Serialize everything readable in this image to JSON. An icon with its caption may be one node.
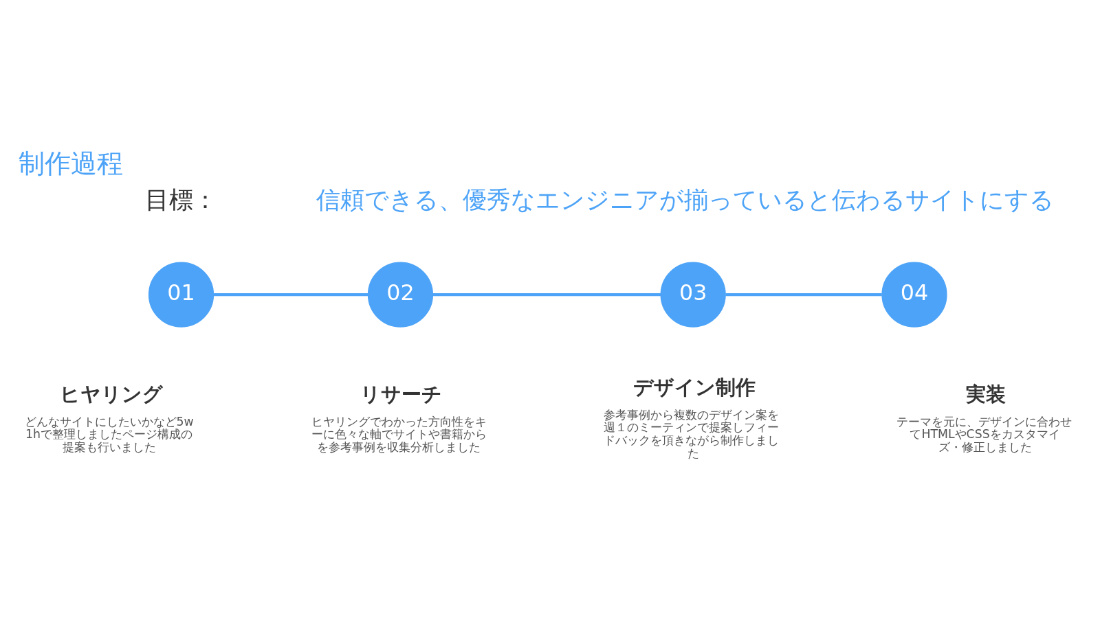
{
  "diagram": {
    "title": "制作過程",
    "nodes": [
      {
        "text": [
          "01"
        ],
        "beside": [
          "ヒヤリング",
          "どんなサイトにしたいかなど5w1hで整理しましたページ構成の提案も行いました"
        ]
      },
      {
        "text": [
          "02"
        ],
        "beside": [
          "リサーチ",
          "ヒヤリングでわかった方向性をキーに色々な軸でサイトや書籍からを参考事例を収集分析しました"
        ]
      },
      {
        "text": [
          "03"
        ],
        "beside": [
          "デザイン制作",
          "参考事例から複数のデザイン案を週１のミーティンで提案しフィードバックを頂きながら制作しました"
        ]
      },
      {
        "text": [
          "04"
        ],
        "beside": [
          "実装",
          "テーマを元に、デザインに合わせてHTMLやCSSをカスタマイズ・修正しました"
        ]
      }
    ],
    "edges": [
      {
        "from": 0,
        "to": 1,
        "arrow": "none"
      },
      {
        "from": 1,
        "to": 2,
        "arrow": "none"
      },
      {
        "from": 2,
        "to": 3,
        "arrow": "none"
      }
    ],
    "labels": [
      "目標：",
      "信頼できる、優秀なエンジニアが揃っていると伝わるサイトにする"
    ]
  }
}
